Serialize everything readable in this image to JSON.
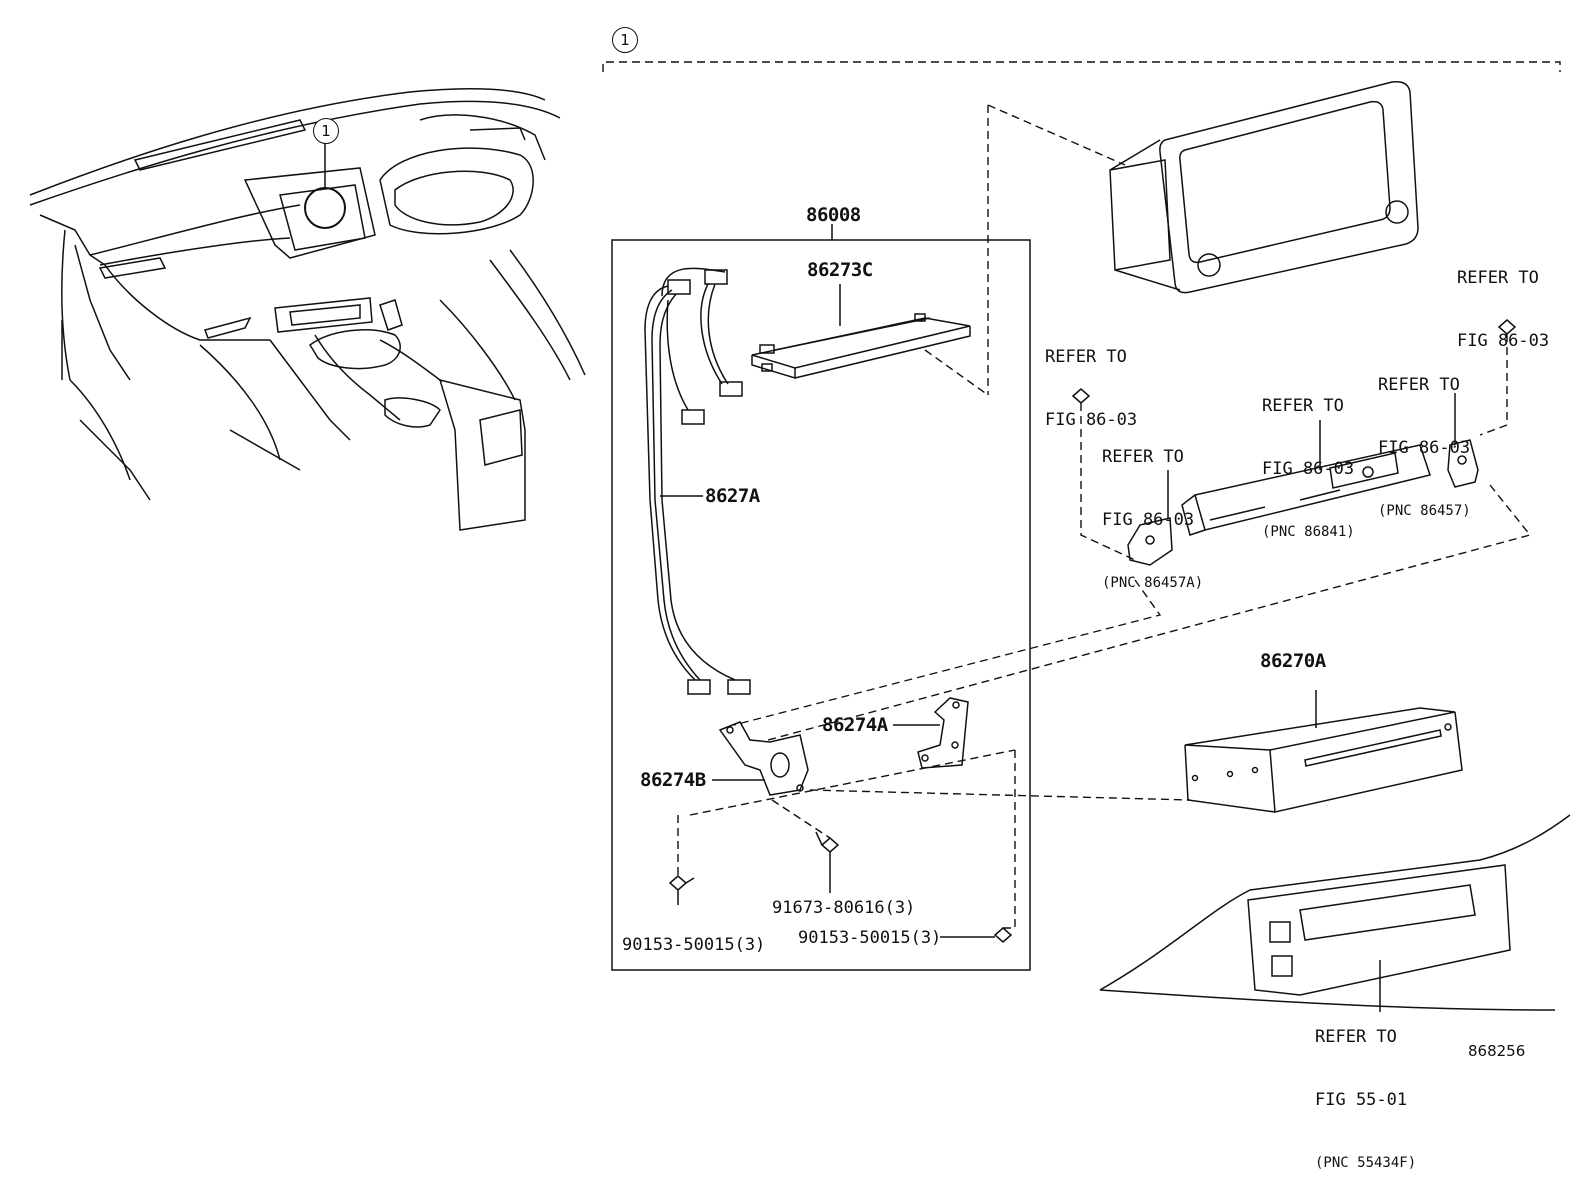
{
  "callout": "1",
  "assembly_label": "86008",
  "parts": {
    "cable_bracket_cover": "86273C",
    "wire_harness": "8627A",
    "bracket_right": "86274A",
    "bracket_left": "86274B",
    "dvd_unit": "86270A",
    "screw_left": "90153-50015(3)",
    "screw_center": "91673-80616(3)",
    "screw_right": "90153-50015(3)"
  },
  "refs": {
    "ref_top_right": {
      "line1": "REFER TO",
      "line2": "FIG 86-03"
    },
    "ref_left_screw": {
      "line1": "REFER TO",
      "line2": "FIG 86-03"
    },
    "ref_bracket_a": {
      "line1": "REFER TO",
      "line2": "FIG 86-03",
      "line3": "(PNC 86457A)"
    },
    "ref_unit_mid": {
      "line1": "REFER TO",
      "line2": "FIG 86-03",
      "line3": "(PNC 86841)"
    },
    "ref_bracket_b": {
      "line1": "REFER TO",
      "line2": "FIG 86-03",
      "line3": "(PNC 86457)"
    },
    "ref_bottom": {
      "line1": "REFER TO",
      "line2": "FIG 55-01",
      "line3": "(PNC 55434F)"
    }
  },
  "figure_code": "868256"
}
